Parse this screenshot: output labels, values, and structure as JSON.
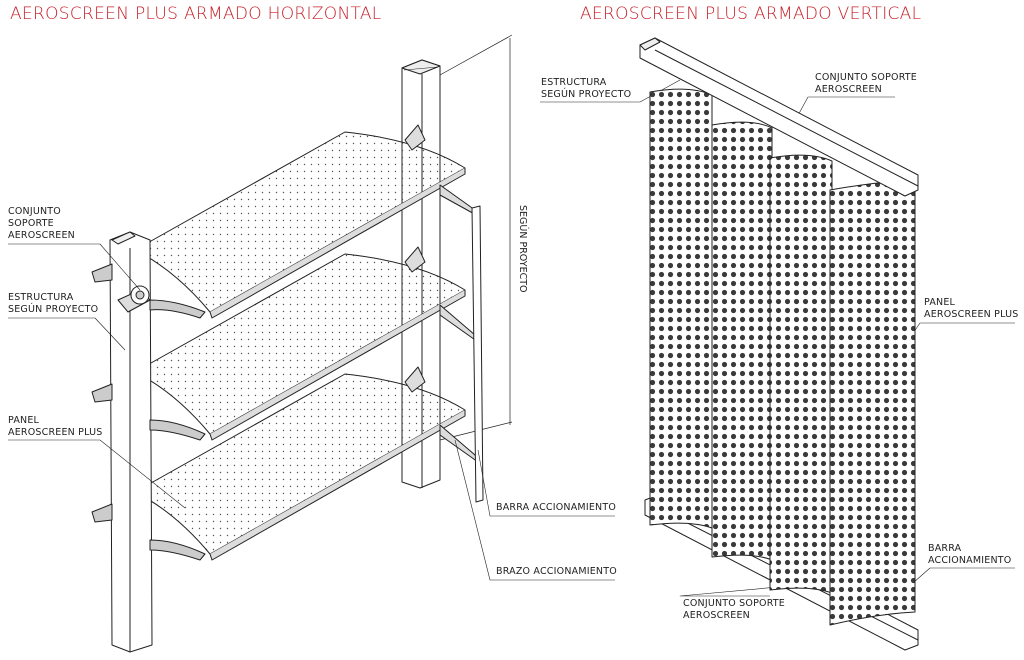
{
  "titles": {
    "horizontal": "AEROSCREEN PLUS ARMADO HORIZONTAL",
    "vertical": "AEROSCREEN PLUS ARMADO VERTICAL"
  },
  "horizontal_labels": {
    "support_1": "CONJUNTO",
    "support_2": "SOPORTE",
    "support_3": "AEROSCREEN",
    "structure_1": "ESTRUCTURA",
    "structure_2": "SEGÚN PROYECTO",
    "panel_1": "PANEL",
    "panel_2": "AEROSCREEN PLUS",
    "dimension": "SEGÚN PROYECTO",
    "bar": "BARRA ACCIONAMIENTO",
    "arm": "BRAZO ACCIONAMIENTO"
  },
  "vertical_labels": {
    "structure_1": "ESTRUCTURA",
    "structure_2": "SEGÚN PROYECTO",
    "support_top_1": "CONJUNTO SOPORTE",
    "support_top_2": "AEROSCREEN",
    "panel_1": "PANEL",
    "panel_2": "AEROSCREEN PLUS",
    "bar_1": "BARRA",
    "bar_2": "ACCIONAMIENTO",
    "support_bottom_1": "CONJUNTO SOPORTE",
    "support_bottom_2": "AEROSCREEN"
  },
  "colors": {
    "title": "#c8202a",
    "line": "#222222"
  }
}
